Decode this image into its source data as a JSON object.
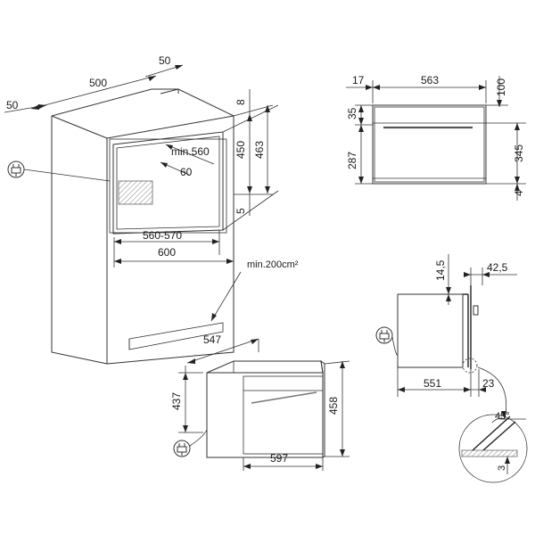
{
  "cabinet": {
    "depth": "500",
    "top_offset": "50",
    "left_offset": "50",
    "niche_depth_min": "min.560",
    "socket_width": "60",
    "niche_width": "560-570",
    "outer_width": "600",
    "right_top": "8",
    "niche_height": "450",
    "total_height": "463",
    "bottom_gap": "5",
    "vent": "min.200cm²"
  },
  "front_view": {
    "left_margin": "17",
    "width": "563",
    "top_gap": "100",
    "panel_height": "35",
    "body_height": "287",
    "right_height": "345",
    "bottom_gap": "4"
  },
  "side_view": {
    "top_thickness": "14,5",
    "door_depth": "42,5",
    "depth": "551",
    "door_offset": "23",
    "angle": "45°",
    "detail_offset": "3"
  },
  "oven": {
    "depth": "547",
    "left_height": "437",
    "right_height": "458",
    "width": "597"
  },
  "icons": {
    "plug": "plug-icon"
  }
}
